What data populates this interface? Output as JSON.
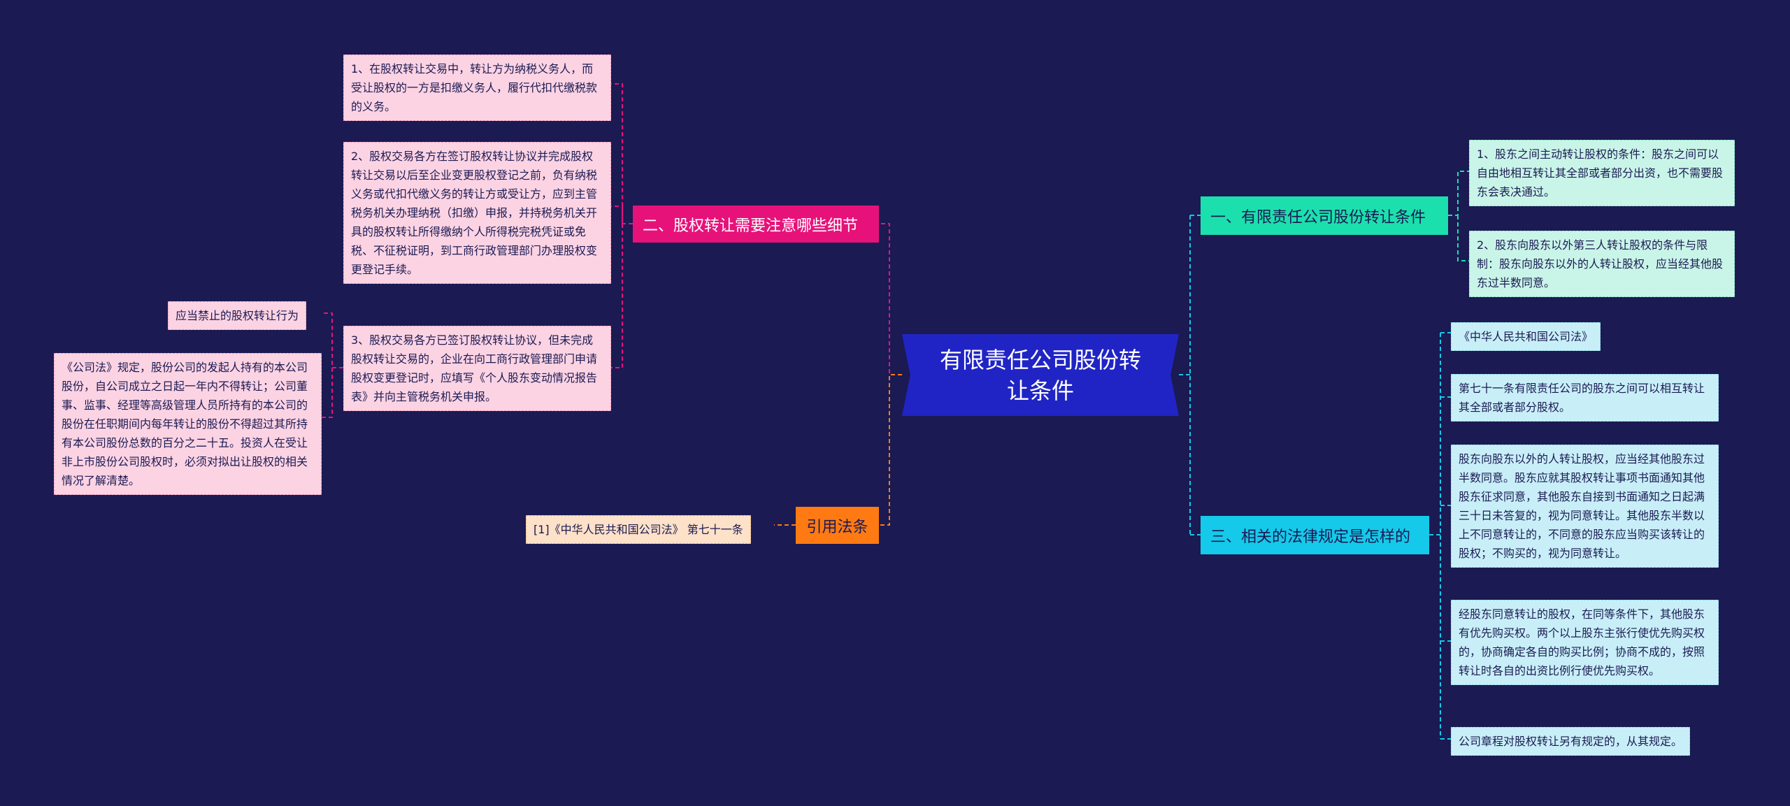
{
  "center": "有限责任公司股份转让条件",
  "branches": {
    "b1": "一、有限责任公司股份转让条件",
    "b2": "二、股权转让需要注意哪些细节",
    "b3": "三、相关的法律规定是怎样的",
    "bq": "引用法条"
  },
  "b1_leaves": [
    "1、股东之间主动转让股权的条件：股东之间可以自由地相互转让其全部或者部分出资，也不需要股东会表决通过。",
    "2、股东向股东以外第三人转让股权的条件与限制：股东向股东以外的人转让股权，应当经其他股东过半数同意。"
  ],
  "b3_leaves": [
    "《中华人民共和国公司法》",
    "第七十一条有限责任公司的股东之间可以相互转让其全部或者部分股权。",
    "股东向股东以外的人转让股权，应当经其他股东过半数同意。股东应就其股权转让事项书面通知其他股东征求同意，其他股东自接到书面通知之日起满三十日未答复的，视为同意转让。其他股东半数以上不同意转让的，不同意的股东应当购买该转让的股权；不购买的，视为同意转让。",
    "经股东同意转让的股权，在同等条件下，其他股东有优先购买权。两个以上股东主张行使优先购买权的，协商确定各自的购买比例；协商不成的，按照转让时各自的出资比例行使优先购买权。",
    "公司章程对股权转让另有规定的，从其规定。"
  ],
  "b2_leaves": [
    "1、在股权转让交易中，转让方为纳税义务人，而受让股权的一方是扣缴义务人，履行代扣代缴税款的义务。",
    "2、股权交易各方在签订股权转让协议并完成股权转让交易以后至企业变更股权登记之前，负有纳税义务或代扣代缴义务的转让方或受让方，应到主管税务机关办理纳税（扣缴）申报，并持税务机关开具的股权转让所得缴纳个人所得税完税凭证或免税、不征税证明，到工商行政管理部门办理股权变更登记手续。",
    "3、股权交易各方已签订股权转让协议，但未完成股权转让交易的，企业在向工商行政管理部门申请股权变更登记时，应填写《个人股东变动情况报告表》并向主管税务机关申报。"
  ],
  "sub_leaves": [
    "应当禁止的股权转让行为",
    "《公司法》规定，股份公司的发起人持有的本公司股份，自公司成立之日起一年内不得转让；公司董事、监事、经理等高级管理人员所持有的本公司的股份在任职期间内每年转让的股份不得超过其所持有本公司股份总数的百分之二十五。投资人在受让非上市股份公司股权时，必须对拟出让股权的相关情况了解清楚。"
  ],
  "quote_leaf": "[1]《中华人民共和国公司法》 第七十一条",
  "colors": {
    "background": "#1b1a52",
    "center": "#2124c4",
    "b1": "#1be0ad",
    "b2": "#e6127a",
    "b3": "#15c9ea",
    "quote": "#ff7a12"
  }
}
